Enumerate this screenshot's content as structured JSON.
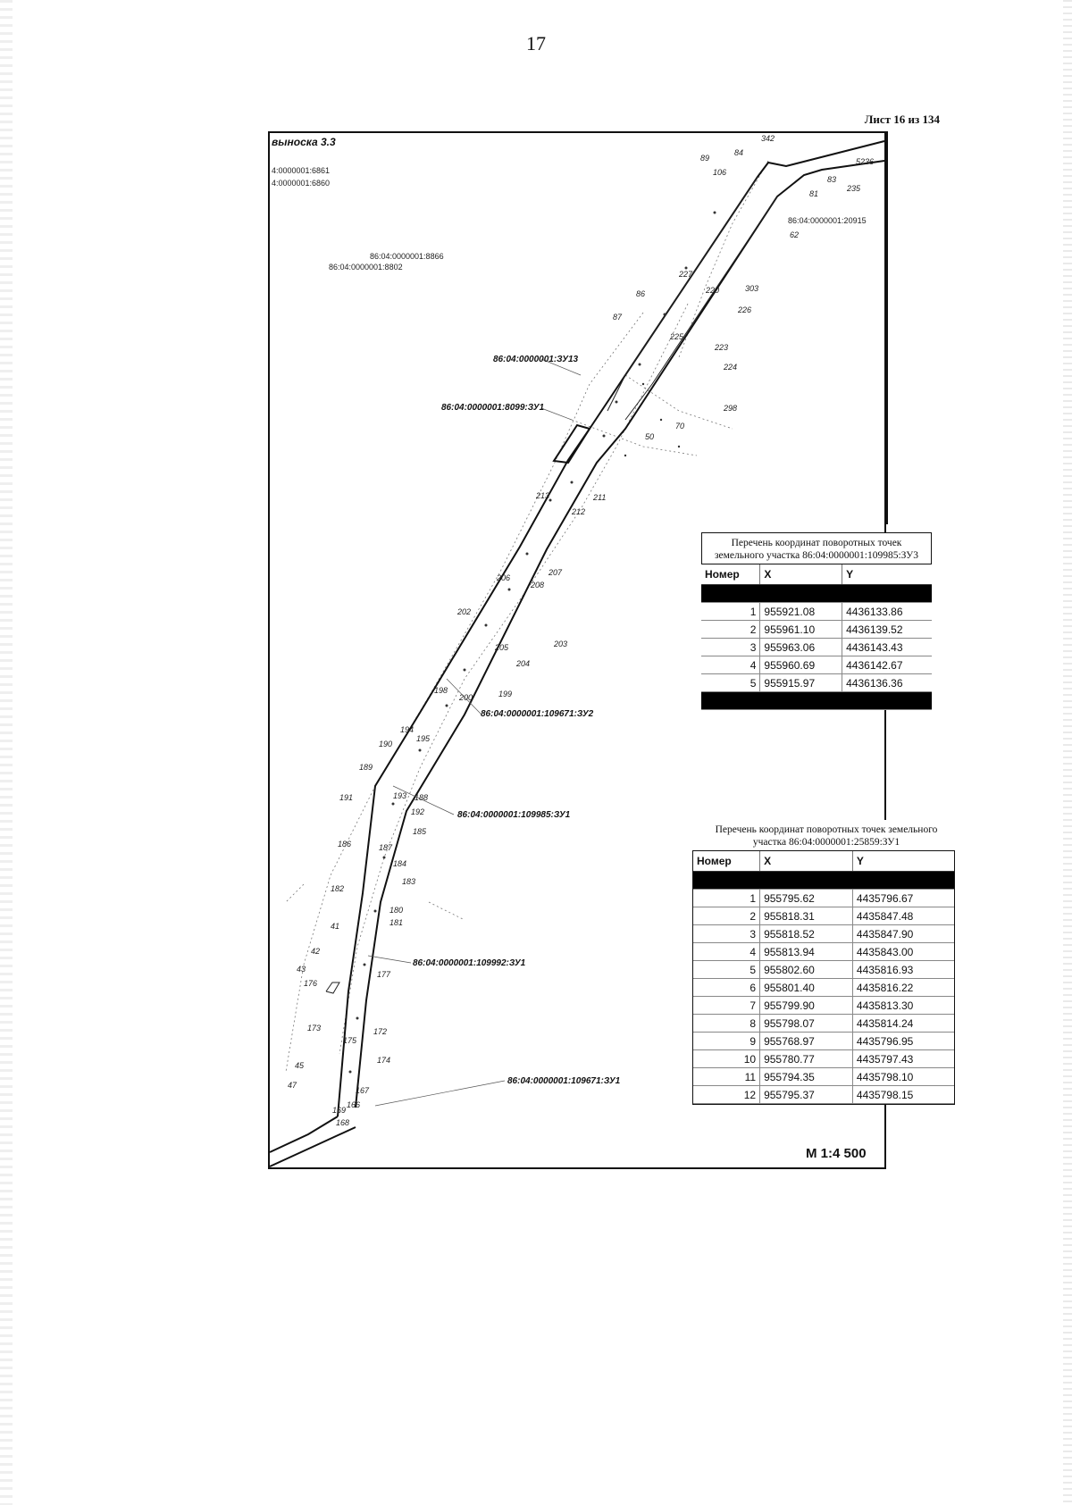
{
  "page": {
    "page_number": "17",
    "sheet_label": "Лист 16 из 134"
  },
  "map": {
    "title": "выноска 3.3",
    "scale": "М 1:4 500",
    "corner_labels": [
      "4:0000001:6861",
      "4:0000001:6860"
    ],
    "cadastral_labels": [
      "86:04:0000001:8866",
      "86:04:0000001:8802",
      "86:04:0000001:20915"
    ],
    "parcel_labels": [
      "86:04:0000001:ЗУ13",
      "86:04:0000001:8099:ЗУ1",
      "86:04:0000001:109671:ЗУ2",
      "86:04:0000001:109985:ЗУ1",
      "86:04:0000001:109992:ЗУ1",
      "86:04:0000001:109671:ЗУ1"
    ],
    "point_labels": [
      "342",
      "84",
      "89",
      "106",
      "5236",
      "83",
      "235",
      "81",
      "62",
      "227",
      "86",
      "220",
      "303",
      "226",
      "87",
      "225",
      "223",
      "224",
      "298",
      "70",
      "50",
      "213",
      "212",
      "211",
      "206",
      "207",
      "208",
      "202",
      "203",
      "205",
      "204",
      "198",
      "200",
      "199",
      "194",
      "190",
      "195",
      "189",
      "188",
      "192",
      "193",
      "191",
      "185",
      "186",
      "187",
      "184",
      "183",
      "182",
      "180",
      "181",
      "41",
      "42",
      "43",
      "177",
      "176",
      "173",
      "172",
      "175",
      "174",
      "45",
      "47",
      "167",
      "166",
      "169",
      "168"
    ]
  },
  "table1": {
    "title": "Перечень координат поворотных точек земельного участка 86:04:0000001:109985:ЗУ3",
    "headers": [
      "Номер",
      "X",
      "Y"
    ],
    "rows": [
      [
        "1",
        "955921.08",
        "4436133.86"
      ],
      [
        "2",
        "955961.10",
        "4436139.52"
      ],
      [
        "3",
        "955963.06",
        "4436143.43"
      ],
      [
        "4",
        "955960.69",
        "4436142.67"
      ],
      [
        "5",
        "955915.97",
        "4436136.36"
      ]
    ]
  },
  "table2": {
    "title": "Перечень координат поворотных точек земельного участка 86:04:0000001:25859:ЗУ1",
    "headers": [
      "Номер",
      "X",
      "Y"
    ],
    "rows": [
      [
        "1",
        "955795.62",
        "4435796.67"
      ],
      [
        "2",
        "955818.31",
        "4435847.48"
      ],
      [
        "3",
        "955818.52",
        "4435847.90"
      ],
      [
        "4",
        "955813.94",
        "4435843.00"
      ],
      [
        "5",
        "955802.60",
        "4435816.93"
      ],
      [
        "6",
        "955801.40",
        "4435816.22"
      ],
      [
        "7",
        "955799.90",
        "4435813.30"
      ],
      [
        "8",
        "955798.07",
        "4435814.24"
      ],
      [
        "9",
        "955768.97",
        "4435796.95"
      ],
      [
        "10",
        "955780.77",
        "4435797.43"
      ],
      [
        "11",
        "955794.35",
        "4435798.10"
      ],
      [
        "12",
        "955795.37",
        "4435798.15"
      ]
    ]
  }
}
